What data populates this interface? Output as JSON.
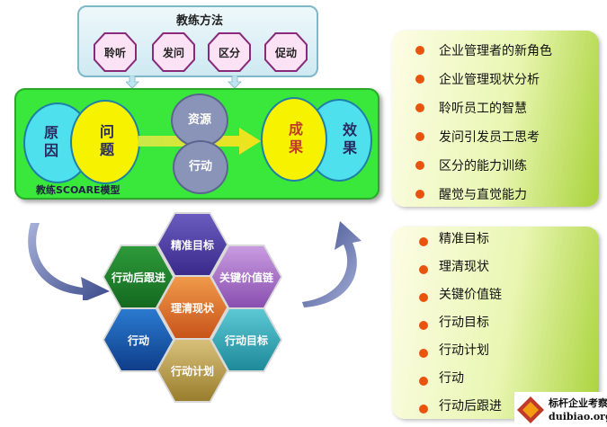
{
  "methods": {
    "title": "教练方法",
    "items": [
      "聆听",
      "发问",
      "区分",
      "促动"
    ]
  },
  "model": {
    "label": "教练SCOARE模型",
    "cause": "原因",
    "problem": "问题",
    "resources": "资源",
    "action": "行动",
    "result": "成果",
    "effect": "效果"
  },
  "hexagons": {
    "top": "精准目标",
    "upper_left": "行动后跟进",
    "upper_right": "关键价值链",
    "center": "理清现状",
    "lower_left": "行动",
    "lower_right": "行动目标",
    "bottom": "行动计划"
  },
  "right_panel_top": {
    "items": [
      "企业管理者的新角色",
      "企业管理现状分析",
      "聆听员工的智慧",
      "发问引发员工思考",
      "区分的能力训练",
      "醒觉与直觉能力"
    ]
  },
  "right_panel_bottom": {
    "items": [
      "精准目标",
      "理清现状",
      "关键价值链",
      "行动目标",
      "行动计划",
      "行动",
      "行动后跟进"
    ]
  },
  "logo": {
    "name": "标杆企业考察",
    "url": "duibiao.org"
  },
  "colors": {
    "model_green": "#39e83a",
    "bullet_orange": "#e8540d",
    "cyan_ellipse": "#4fe0ee",
    "yellow_ellipse": "#f7f200",
    "gray_ellipse": "#8a94b8"
  }
}
